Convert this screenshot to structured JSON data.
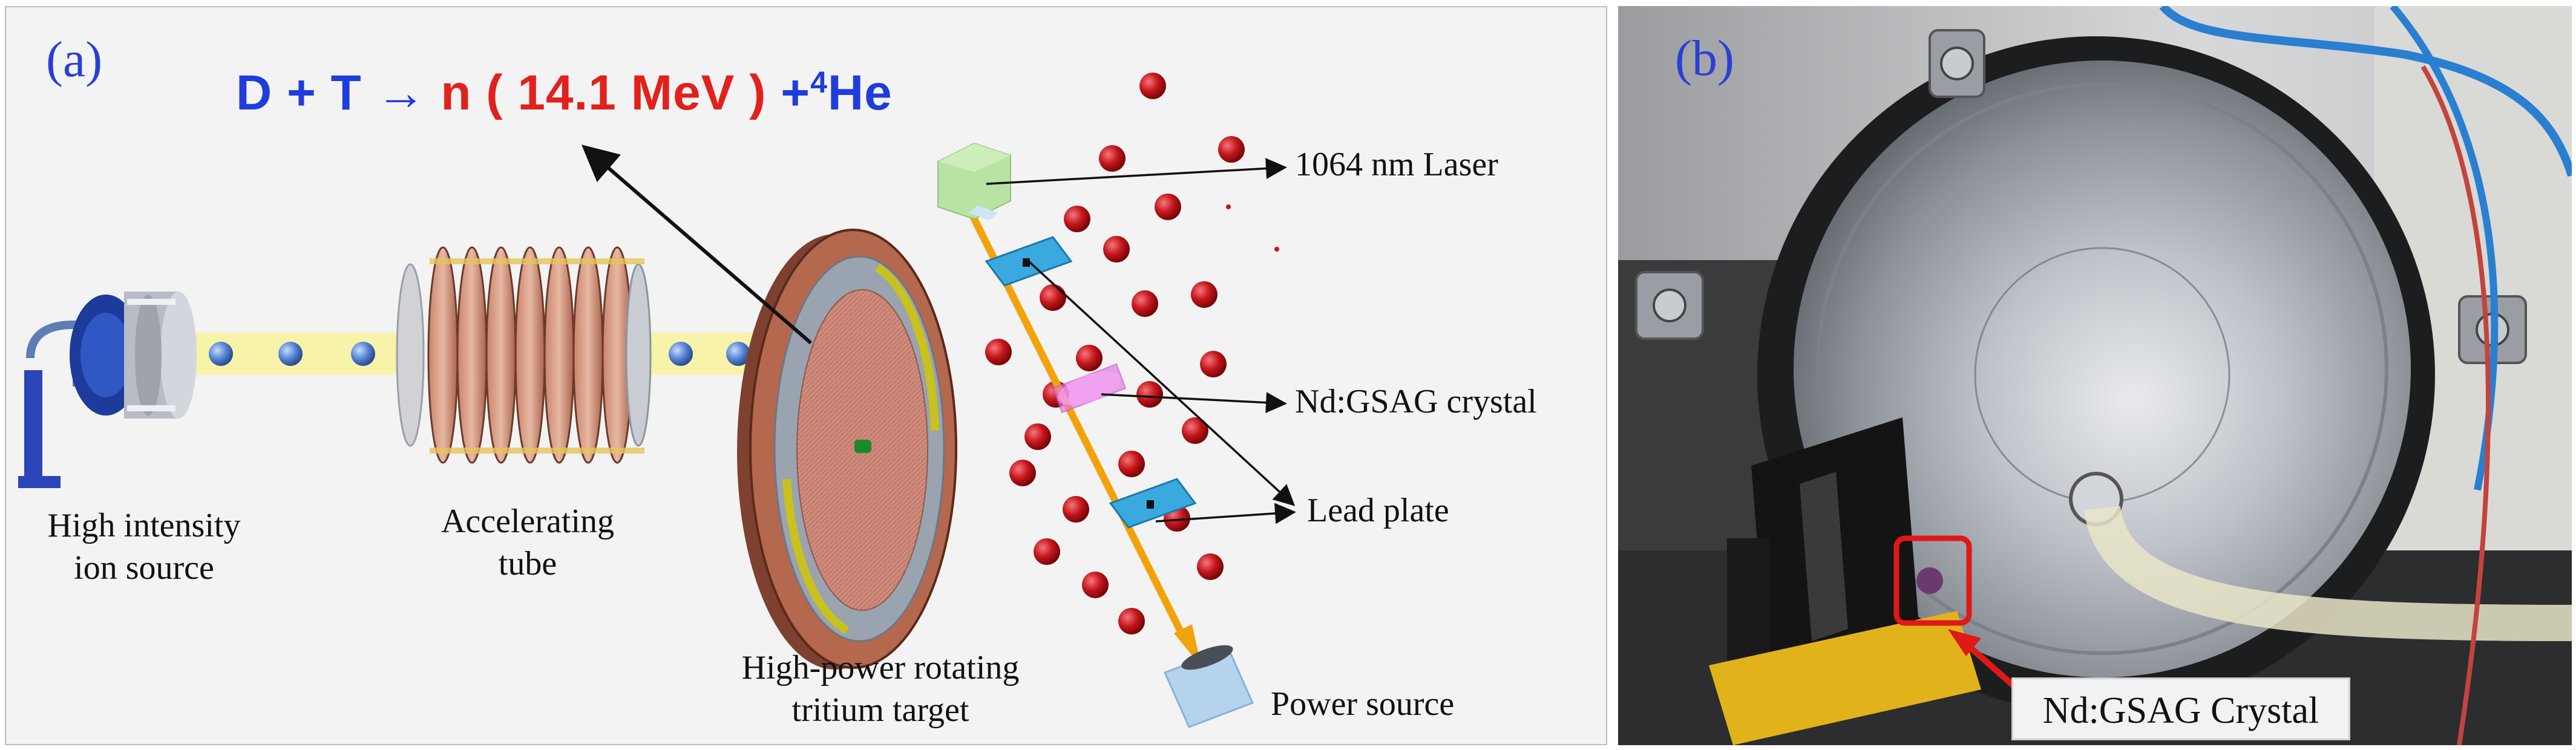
{
  "panel_a": {
    "letter": "(a)",
    "equation": {
      "part1": "D + T",
      "arrow": "→",
      "part2": "n ( 14.1 MeV )",
      "plus": "+",
      "sup": "4",
      "part3": "He"
    },
    "labels": {
      "ion_source_1": "High intensity",
      "ion_source_2": "ion source",
      "tube_1": "Accelerating",
      "tube_2": "tube",
      "target_1": "High-power rotating",
      "target_2": "tritium target",
      "laser": "1064 nm Laser",
      "crystal": "Nd:GSAG crystal",
      "lead": "Lead plate",
      "power": "Power source"
    }
  },
  "panel_b": {
    "letter": "(b)",
    "callout": "Nd:GSAG Crystal"
  },
  "colors": {
    "panel_letter": "#2a3fd6",
    "eq_blue": "#1f3cdc",
    "eq_red": "#e0211d",
    "neutron_red": "#c4161c",
    "beam_yellow": "#f7f3a0",
    "callout_red": "#e01818"
  }
}
